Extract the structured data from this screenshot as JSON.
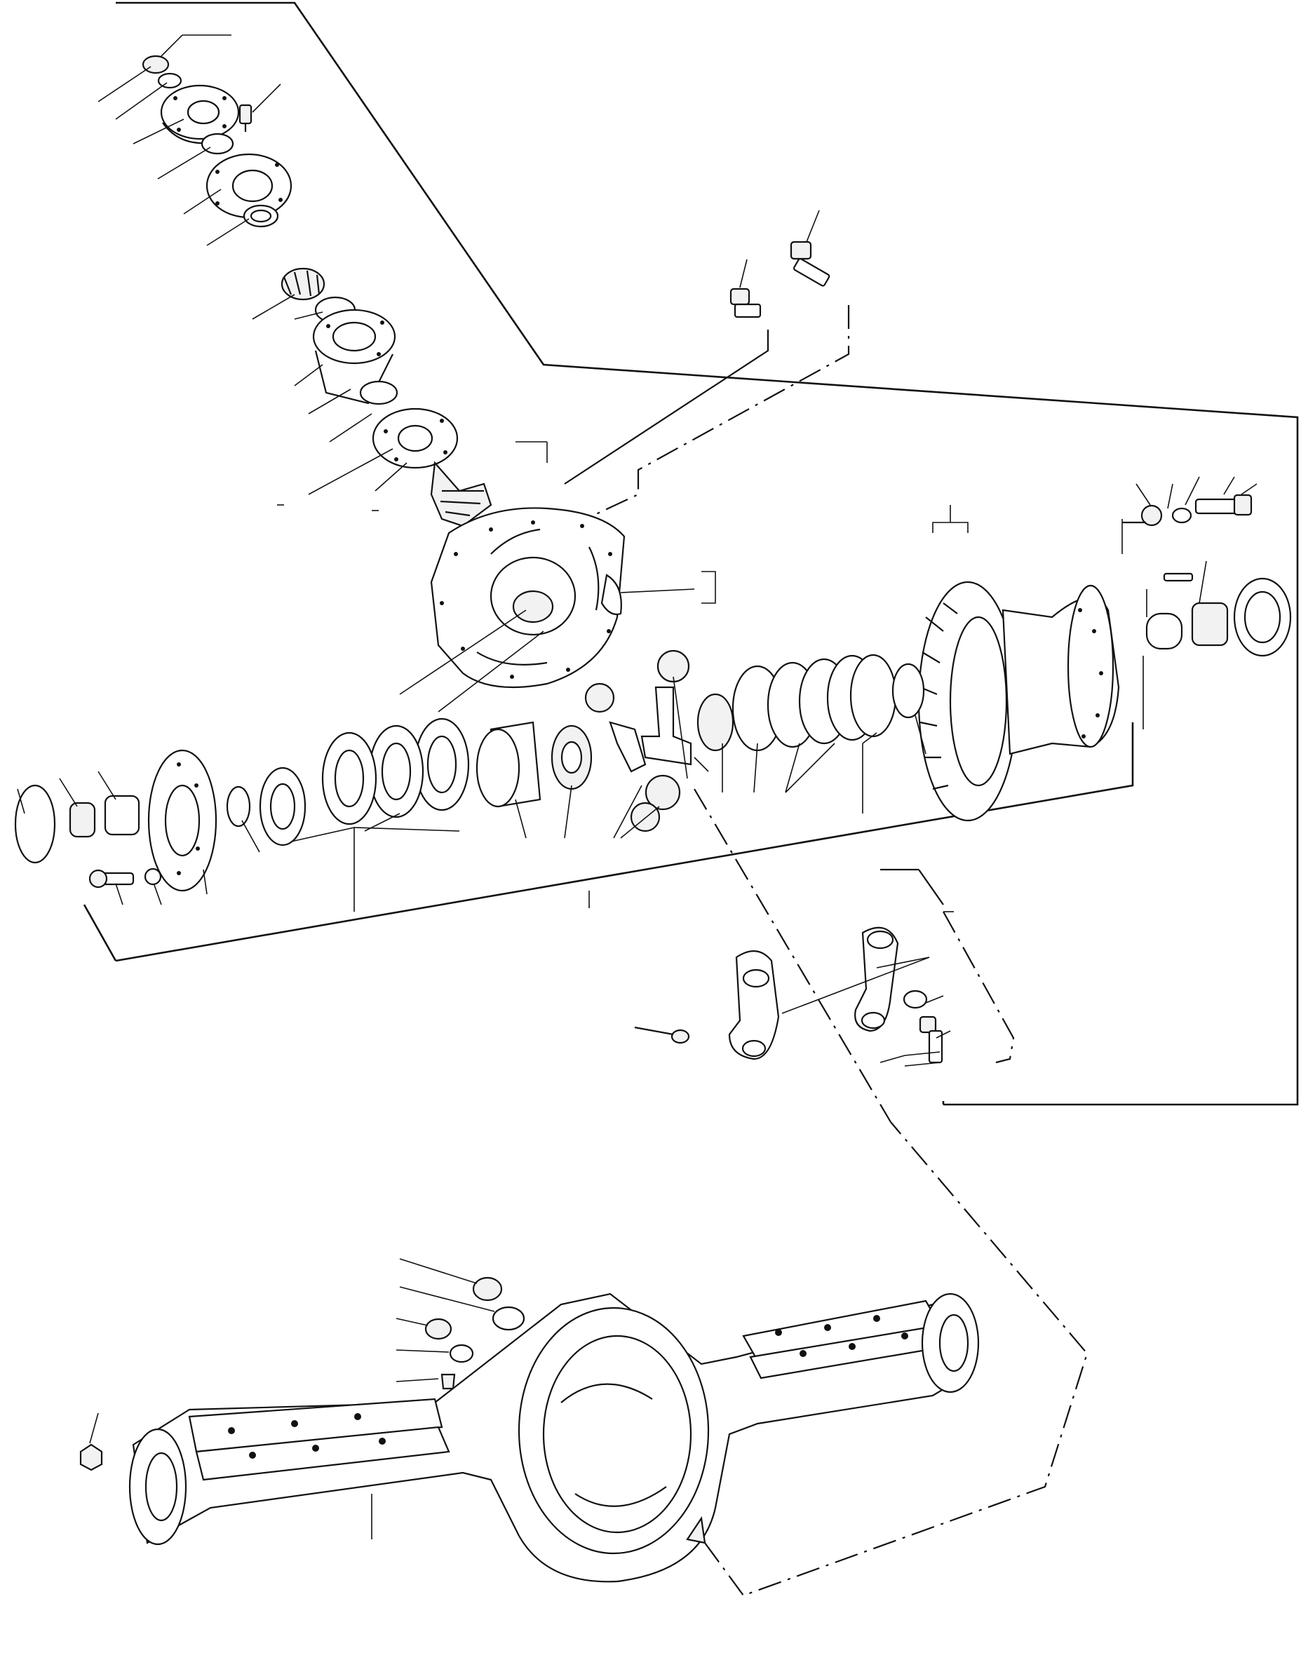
{
  "diagram": {
    "kind": "exploded-parts-drawing",
    "subject": "axle assembly",
    "assemblies": [
      {
        "name": "pinion-flange-group"
      },
      {
        "name": "pinion-bearing-group"
      },
      {
        "name": "differential-carrier"
      },
      {
        "name": "differential-and-crown-wheel-group"
      },
      {
        "name": "bearing-caps"
      },
      {
        "name": "axle-housing"
      }
    ],
    "colors": {
      "line": "#111111",
      "background": "#ffffff"
    }
  }
}
